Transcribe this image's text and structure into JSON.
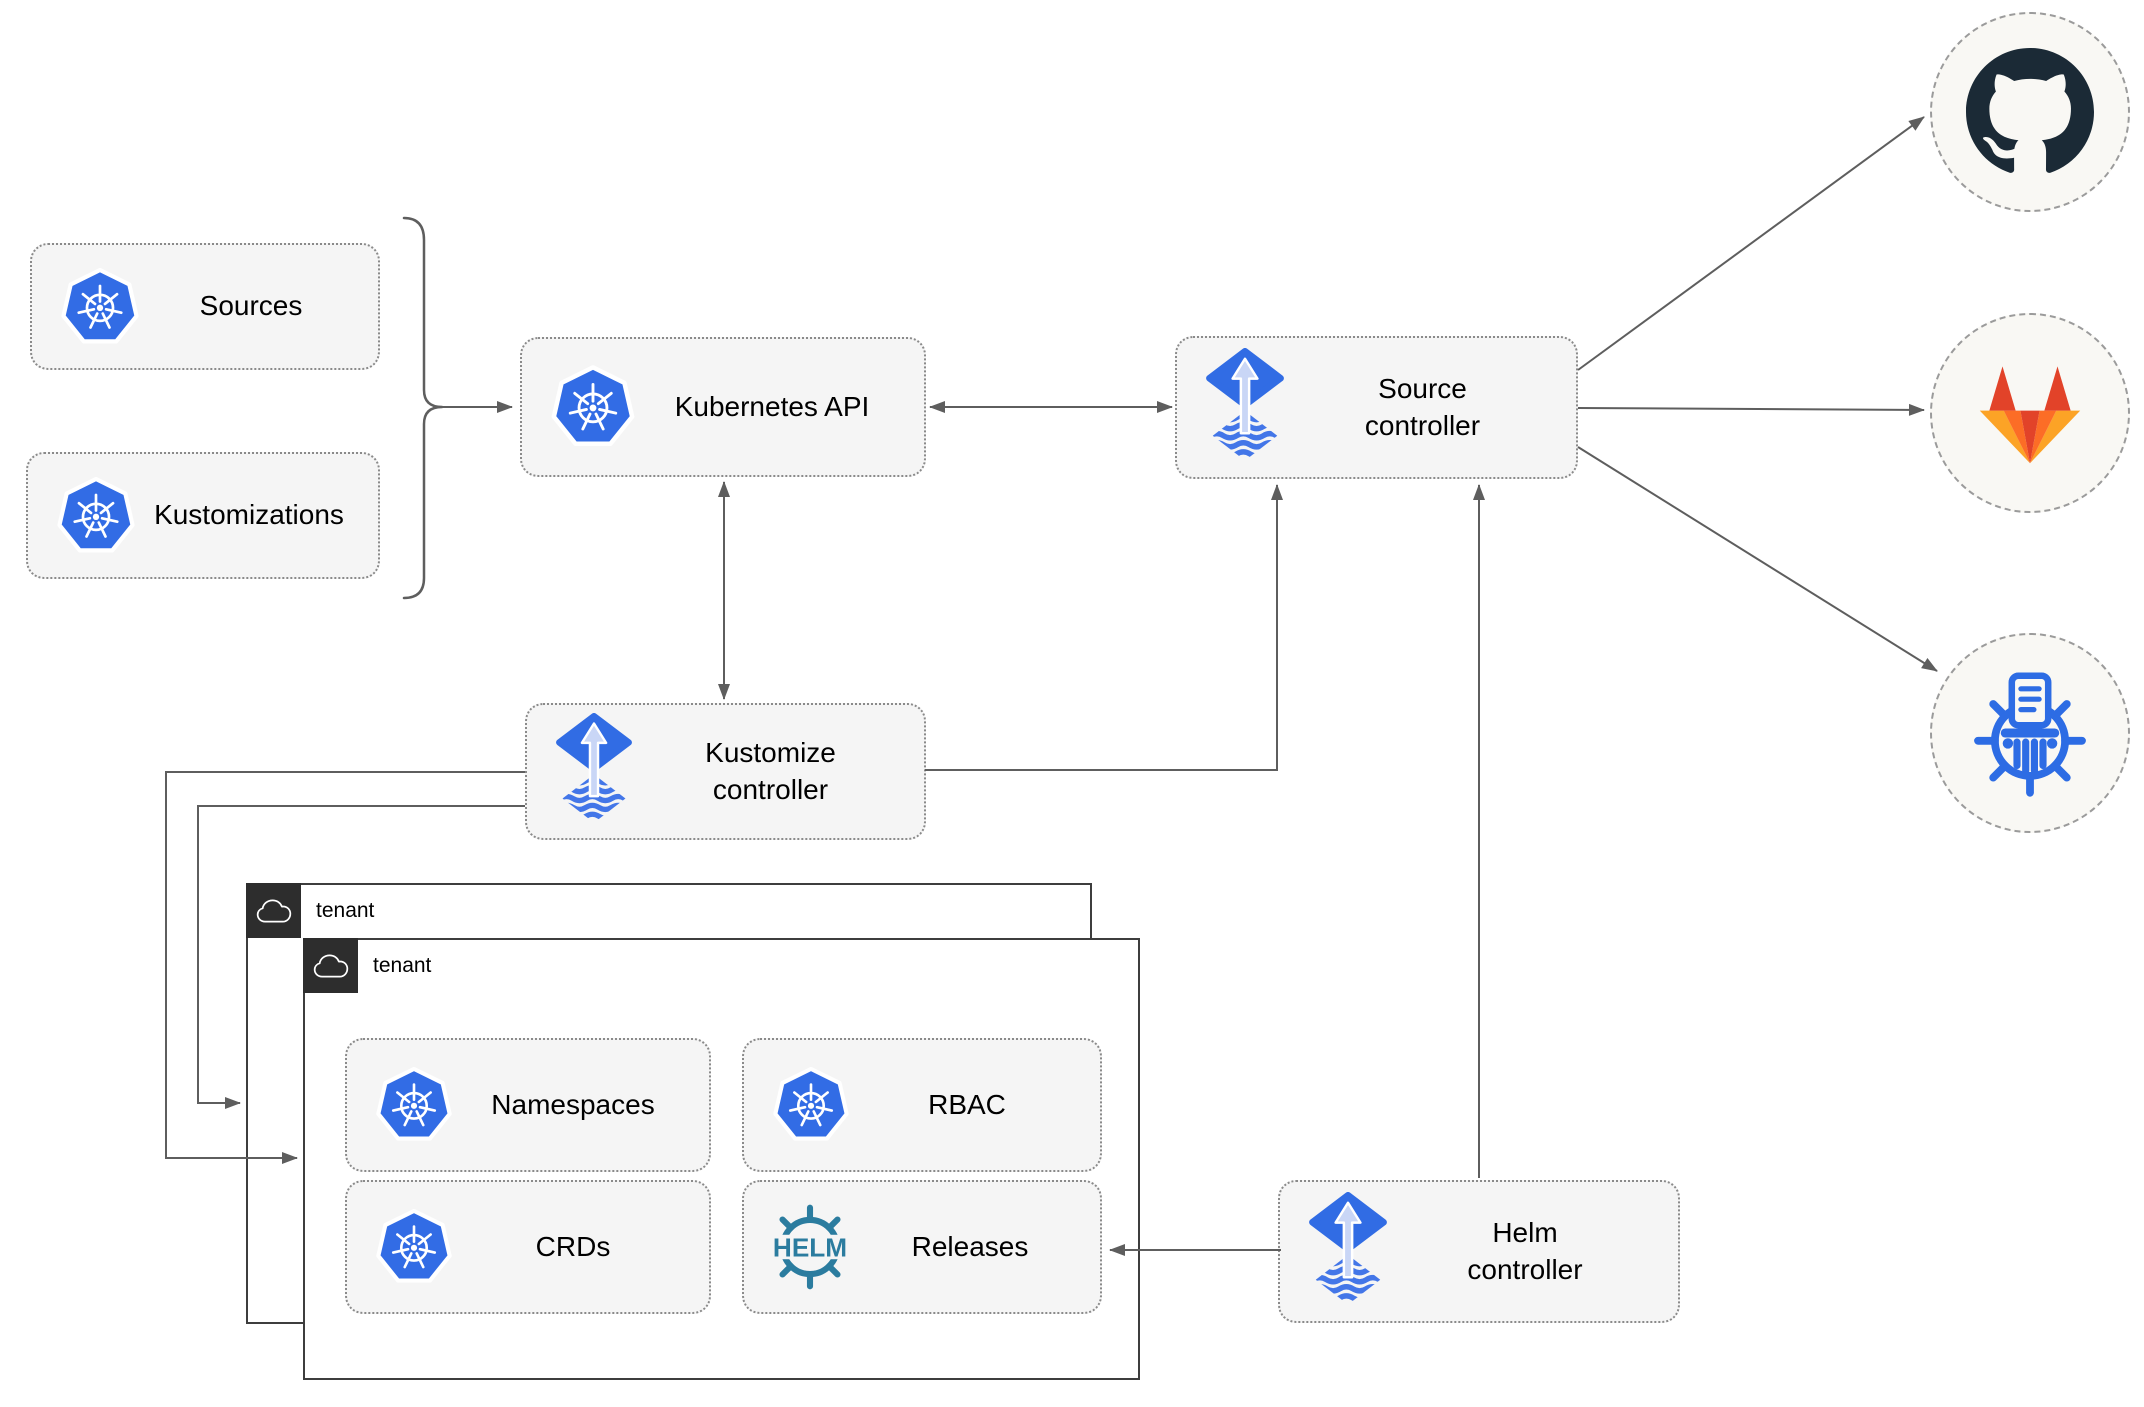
{
  "nodes": {
    "sources": {
      "label": "Sources",
      "icon": "kubernetes-icon"
    },
    "kustomizations": {
      "label": "Kustomizations",
      "icon": "kubernetes-icon"
    },
    "kubernetes_api": {
      "label": "Kubernetes API",
      "icon": "kubernetes-icon"
    },
    "source_controller": {
      "label": "Source controller",
      "icon": "flux-icon"
    },
    "kustomize_controller": {
      "label": "Kustomize controller",
      "icon": "flux-icon"
    },
    "helm_controller": {
      "label": "Helm controller",
      "icon": "flux-icon"
    },
    "namespaces": {
      "label": "Namespaces",
      "icon": "kubernetes-icon"
    },
    "rbac": {
      "label": "RBAC",
      "icon": "kubernetes-icon"
    },
    "crds": {
      "label": "CRDs",
      "icon": "kubernetes-icon"
    },
    "releases": {
      "label": "Releases",
      "icon": "helm-icon",
      "icon_text": "HELM"
    }
  },
  "groups": {
    "tenant_outer": {
      "label": "tenant",
      "icon": "cloud-icon"
    },
    "tenant_inner": {
      "label": "tenant",
      "icon": "cloud-icon"
    }
  },
  "endpoints": {
    "github": {
      "icon": "github-icon"
    },
    "gitlab": {
      "icon": "gitlab-icon"
    },
    "chart_repository": {
      "icon": "chartmuseum-icon"
    }
  },
  "palette": {
    "kubernetes_blue": "#326ce5",
    "flux_blue": "#316ce4",
    "flux_arrow_light": "#c9d6f6",
    "flux_stripe_blue": "#4376e8",
    "helm_teal": "#2b7c9f",
    "github_dark": "#1b2a36",
    "gitlab_orange_dark": "#e24329",
    "gitlab_orange_mid": "#fc6d26",
    "gitlab_orange_light": "#fca326",
    "chartmuseum_blue": "#2d6ce4",
    "box_fill": "#f5f5f5",
    "box_border": "#8a8a8a",
    "tenant_border": "#3d3d3d",
    "tenant_tab": "#2d2d2d",
    "connector_gray": "#5e5e5e",
    "endpoint_fill": "#f9f8f4"
  }
}
